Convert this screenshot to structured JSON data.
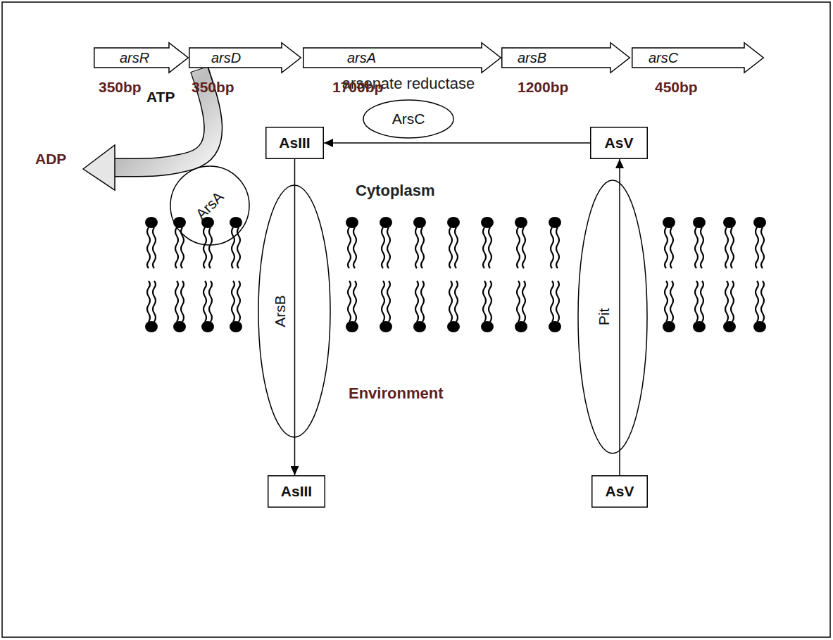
{
  "diagram": {
    "nodes": [
      {
        "text": [
          "arsR"
        ]
      },
      {
        "text": [
          "arsD"
        ]
      },
      {
        "text": [
          "arsA"
        ]
      },
      {
        "text": [
          "arsB"
        ]
      },
      {
        "text": [
          "arsC"
        ]
      },
      {
        "text": [
          "arsenate reductase",
          "ArsC"
        ]
      },
      {
        "text": [
          "AsIII"
        ]
      },
      {
        "text": [
          "AsV"
        ]
      },
      {
        "text": [
          "ArsA"
        ]
      },
      {
        "text": [
          "ArsB"
        ]
      },
      {
        "text": [
          "Pit"
        ]
      },
      {
        "text": [
          "AsIII"
        ]
      },
      {
        "text": [
          "AsV"
        ]
      }
    ],
    "edges": [
      {
        "from": 7,
        "to": 6,
        "arrow": "to"
      },
      {
        "from": 6,
        "to": 11,
        "arrow": "to"
      },
      {
        "from": 12,
        "to": 7,
        "arrow": "to"
      }
    ],
    "labels": [
      "350bp",
      "350bp",
      "1700bp",
      "1200bp",
      "450bp",
      "ATP",
      "ADP",
      "Cytoplasm",
      "Environment"
    ]
  }
}
